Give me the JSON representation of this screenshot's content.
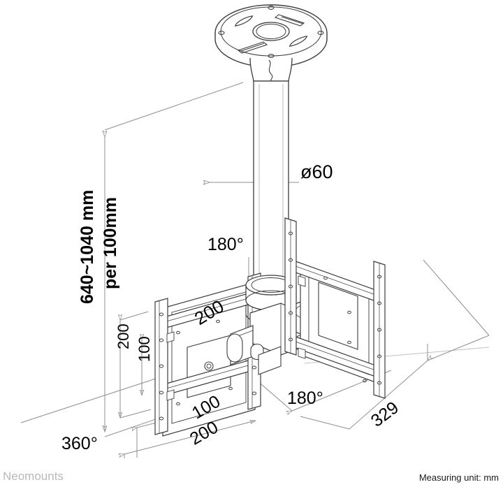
{
  "document": {
    "type": "technical-drawing",
    "subject": "ceiling tv mount dimensional drawing",
    "brand": "Neomounts",
    "measuring_unit_note": "Measuring unit: mm"
  },
  "dimensions": {
    "height_range_line1": "640~1040 mm",
    "height_range_line2": "per 100mm",
    "pole_diameter": "ø60",
    "rotation_pole": "360°",
    "swivel_upper": "180°",
    "swivel_lower": "180°",
    "depth": "329",
    "vesa_width_outer": "200",
    "vesa_width_inner": "100",
    "vesa_height_outer": "200",
    "vesa_height_inner": "100",
    "crossbar_span": "200"
  },
  "colors": {
    "line": "#3c3c3c",
    "dimension_line": "#8f8f8f",
    "text": "#000000",
    "brand_text": "#b9b9b9",
    "background": "#ffffff"
  }
}
